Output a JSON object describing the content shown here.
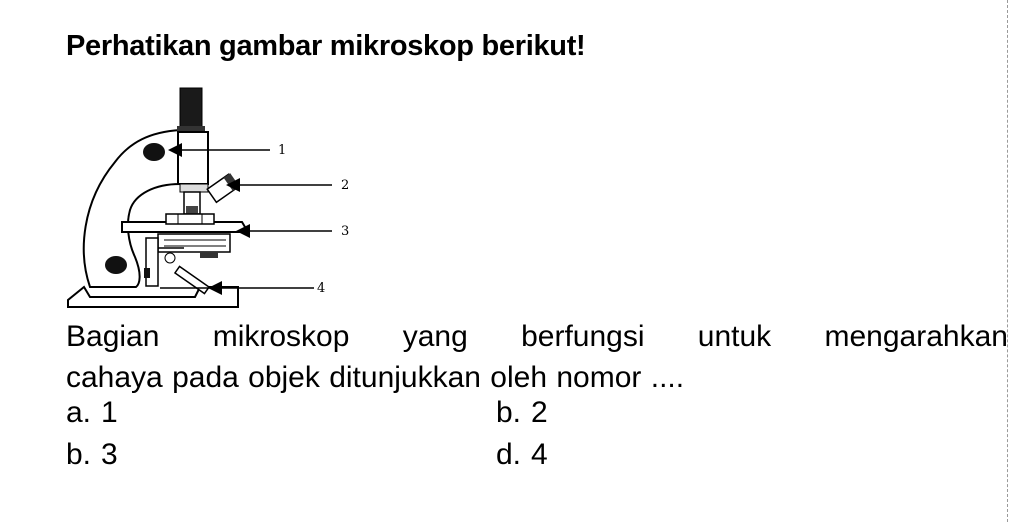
{
  "title": "Perhatikan gambar mikroskop berikut!",
  "figure": {
    "callouts": [
      "1",
      "2",
      "3",
      "4"
    ]
  },
  "question": {
    "line1_words": [
      "Bagian",
      "mikroskop",
      "yang",
      "berfungsi",
      "untuk",
      "mengarahkan"
    ],
    "line2": "cahaya  pada  objek ditunjukkan oleh nomor ...."
  },
  "options": [
    {
      "key": "a.",
      "value": "1"
    },
    {
      "key": "b.",
      "value": "2"
    },
    {
      "key": "b.",
      "value": "3"
    },
    {
      "key": "d.",
      "value": "4"
    }
  ]
}
